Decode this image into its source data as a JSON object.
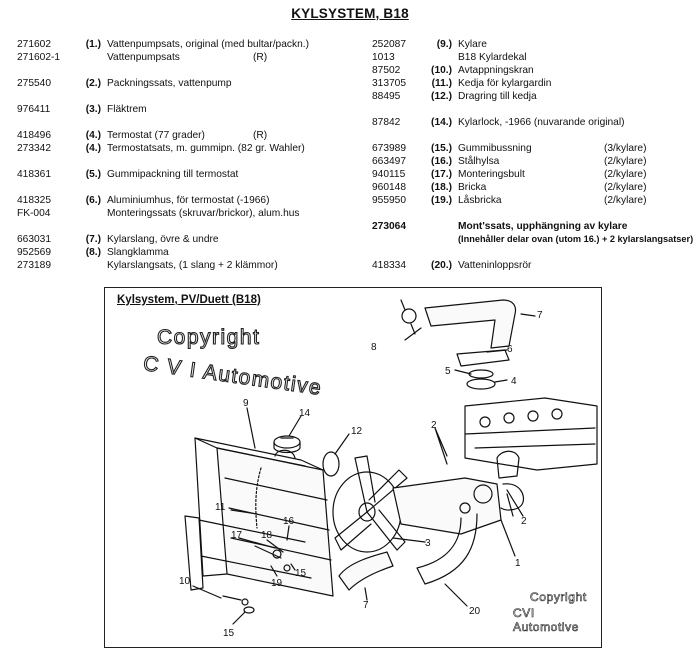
{
  "title": "KYLSYSTEM,   B18",
  "left_parts": [
    {
      "pn": "271602",
      "no": "(1.)",
      "desc": "Vattenpumpsats, original (med bultar/packn.)",
      "note": ""
    },
    {
      "pn": "271602-1",
      "no": "",
      "desc": "Vattenpumpsats",
      "note": "(R)"
    },
    {
      "pn": "",
      "no": "",
      "desc": "",
      "note": ""
    },
    {
      "pn": "275540",
      "no": "(2.)",
      "desc": "Packningssats, vattenpump",
      "note": ""
    },
    {
      "pn": "",
      "no": "",
      "desc": "",
      "note": ""
    },
    {
      "pn": "976411",
      "no": "(3.)",
      "desc": "Fläktrem",
      "note": ""
    },
    {
      "pn": "",
      "no": "",
      "desc": "",
      "note": ""
    },
    {
      "pn": "418496",
      "no": "(4.)",
      "desc": "Termostat   (77 grader)",
      "note": "(R)"
    },
    {
      "pn": "273342",
      "no": "(4.)",
      "desc": "Termostatsats, m. gummipn.  (82 gr. Wahler)",
      "note": ""
    },
    {
      "pn": "",
      "no": "",
      "desc": "",
      "note": ""
    },
    {
      "pn": "418361",
      "no": "(5.)",
      "desc": "Gummipackning till termostat",
      "note": ""
    },
    {
      "pn": "",
      "no": "",
      "desc": "",
      "note": ""
    },
    {
      "pn": "418325",
      "no": "(6.)",
      "desc": "Aluminiumhus, för termostat (-1966)",
      "note": ""
    },
    {
      "pn": "FK-004",
      "no": "",
      "desc": "Monteringssats (skruvar/brickor), alum.hus",
      "note": ""
    },
    {
      "pn": "",
      "no": "",
      "desc": "",
      "note": ""
    },
    {
      "pn": "663031",
      "no": "(7.)",
      "desc": "Kylarslang,  övre & undre",
      "note": ""
    },
    {
      "pn": "952569",
      "no": "(8.)",
      "desc": "Slangklamma",
      "note": ""
    },
    {
      "pn": "273189",
      "no": "",
      "desc": "Kylarslangsats,  (1 slang + 2 klämmor)",
      "note": ""
    }
  ],
  "right_parts": [
    {
      "pn": "252087",
      "no": "(9.)",
      "desc": "Kylare",
      "note": "",
      "style": ""
    },
    {
      "pn": "1013",
      "no": "",
      "desc": "B18 Kylardekal",
      "note": "",
      "style": ""
    },
    {
      "pn": "87502",
      "no": "(10.)",
      "desc": "Avtappningskran",
      "note": "",
      "style": ""
    },
    {
      "pn": "313705",
      "no": "(11.)",
      "desc": "Kedja för kylargardin",
      "note": "",
      "style": ""
    },
    {
      "pn": "88495",
      "no": "(12.)",
      "desc": "Dragring till kedja",
      "note": "",
      "style": ""
    },
    {
      "pn": "",
      "no": "",
      "desc": "",
      "note": "",
      "style": ""
    },
    {
      "pn": "87842",
      "no": "(14.)",
      "desc": "Kylarlock, -1966 (nuvarande original)",
      "note": "",
      "style": ""
    },
    {
      "pn": "",
      "no": "",
      "desc": "",
      "note": "",
      "style": ""
    },
    {
      "pn": "673989",
      "no": "(15.)",
      "desc": "Gummibussning",
      "note": "(3/kylare)",
      "style": ""
    },
    {
      "pn": "663497",
      "no": "(16.)",
      "desc": "Stålhylsa",
      "note": "(2/kylare)",
      "style": ""
    },
    {
      "pn": "940115",
      "no": "(17.)",
      "desc": "Monteringsbult",
      "note": "(2/kylare)",
      "style": ""
    },
    {
      "pn": "960148",
      "no": "(18.)",
      "desc": "Bricka",
      "note": "(2/kylare)",
      "style": ""
    },
    {
      "pn": "955950",
      "no": "(19.)",
      "desc": "Låsbricka",
      "note": "(2/kylare)",
      "style": ""
    },
    {
      "pn": "",
      "no": "",
      "desc": "",
      "note": "",
      "style": ""
    },
    {
      "pn": "273064",
      "no": "",
      "desc": "Mont'ssats, upphängning av kylare",
      "note": "",
      "style": "bold"
    },
    {
      "pn": "",
      "no": "",
      "desc": "(Innehåller delar ovan (utom 16.) + 2 kylarslangsatser)",
      "note": "",
      "style": "sub"
    },
    {
      "pn": "",
      "no": "",
      "desc": "",
      "note": "",
      "style": ""
    },
    {
      "pn": "418334",
      "no": "(20.)",
      "desc": "Vatteninloppsrör",
      "note": "",
      "style": ""
    }
  ],
  "diagram": {
    "title": "Kylsystem, PV/Duett (B18)",
    "watermark_line1": "Copyright",
    "watermark_line2": "C V I  Automotive",
    "watermark_small_line1": "Copyright",
    "watermark_small_line2": "CVI Automotive",
    "callouts": [
      "7",
      "6",
      "8",
      "5",
      "4",
      "9",
      "14",
      "12",
      "2",
      "2",
      "11",
      "16",
      "17",
      "18",
      "15",
      "3",
      "19",
      "1",
      "10",
      "7",
      "20",
      "15"
    ]
  }
}
